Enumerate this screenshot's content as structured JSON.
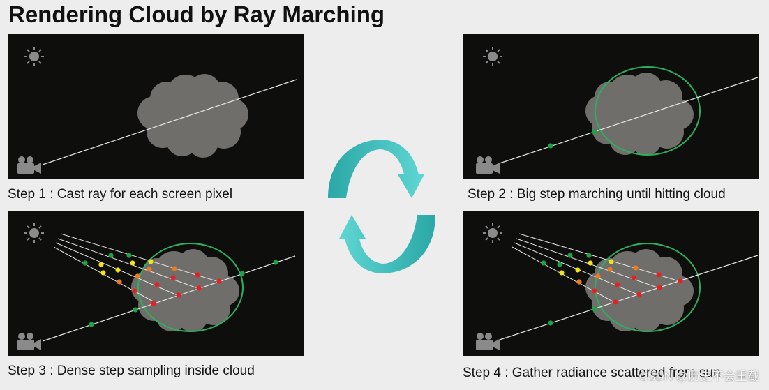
{
  "title": "Rendering Cloud by Ray Marching",
  "steps": [
    {
      "caption": "Step 1 : Cast ray for each screen pixel"
    },
    {
      "caption": "Step 2 : Big step marching until hitting cloud"
    },
    {
      "caption": "Step 3 : Dense step sampling inside cloud"
    },
    {
      "caption": "Step 4 : Gather radiance scattered from sun"
    }
  ],
  "watermark": "CSDN @历史不会重载",
  "colors": {
    "panel_bg": "#0e0e0c",
    "cloud": "#6f6e6b",
    "ray": "#e6e6e6",
    "boundary": "#2fae62",
    "sample_green": "#1aa446",
    "sample_yellow": "#f2e21c",
    "sample_orange": "#ec7a22",
    "sample_red": "#e42222",
    "cycle_arrow": "#3cc3c1"
  },
  "icons": {
    "sun": "sun-icon",
    "camera": "camera-icon",
    "cycle": "cycle-arrows-icon"
  }
}
